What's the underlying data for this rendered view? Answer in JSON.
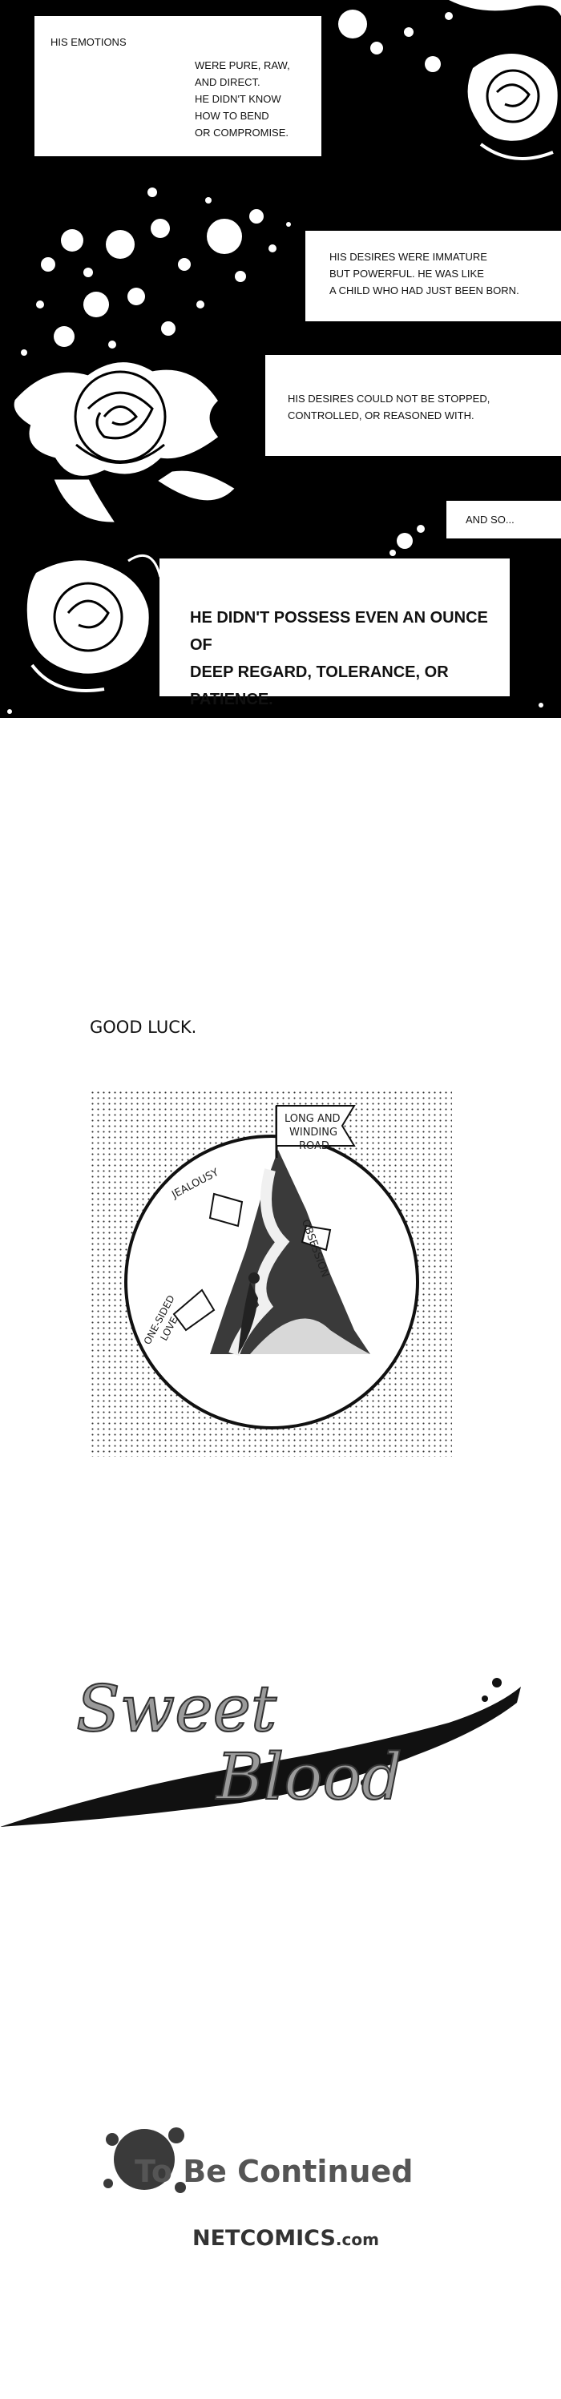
{
  "captions": {
    "c1": {
      "line1": "HIS EMOTIONS",
      "line2": "WERE PURE, RAW,",
      "line3": "AND DIRECT.",
      "line4": "HE DIDN'T KNOW",
      "line5": "HOW TO BEND",
      "line6": "OR COMPROMISE."
    },
    "c2": {
      "line1": "HIS DESIRES WERE IMMATURE",
      "line2": "BUT POWERFUL. HE WAS LIKE",
      "line3": "A CHILD WHO HAD JUST BEEN BORN."
    },
    "c3": {
      "line1": "HIS DESIRES COULD NOT BE STOPPED,",
      "line2": "CONTROLLED, OR REASONED WITH."
    },
    "c4": {
      "line1": "AND SO..."
    },
    "c5": {
      "line1": "HE DIDN'T POSSESS EVEN AN OUNCE OF",
      "line2": "DEEP REGARD, TOLERANCE, OR PATIENCE."
    }
  },
  "panel": {
    "title": "GOOD LUCK.",
    "flag_line1": "LONG AND",
    "flag_line2": "WINDING",
    "flag_line3": "ROAD",
    "label_jealousy": "JEALOUSY",
    "label_obsession": "OBSESSION",
    "label_onesided1": "ONE-SIDED",
    "label_onesided2": "LOVE"
  },
  "logo": {
    "word1": "Sweet",
    "word2": "Blood"
  },
  "ending": {
    "to_be_continued": "To Be Continued",
    "publisher": "NETCOMICS",
    "publisher_suffix": ".com"
  },
  "colors": {
    "background": "#000000",
    "caption": "#ffffff",
    "ink": "#111111",
    "logo_grey": "#8a8a8a"
  }
}
